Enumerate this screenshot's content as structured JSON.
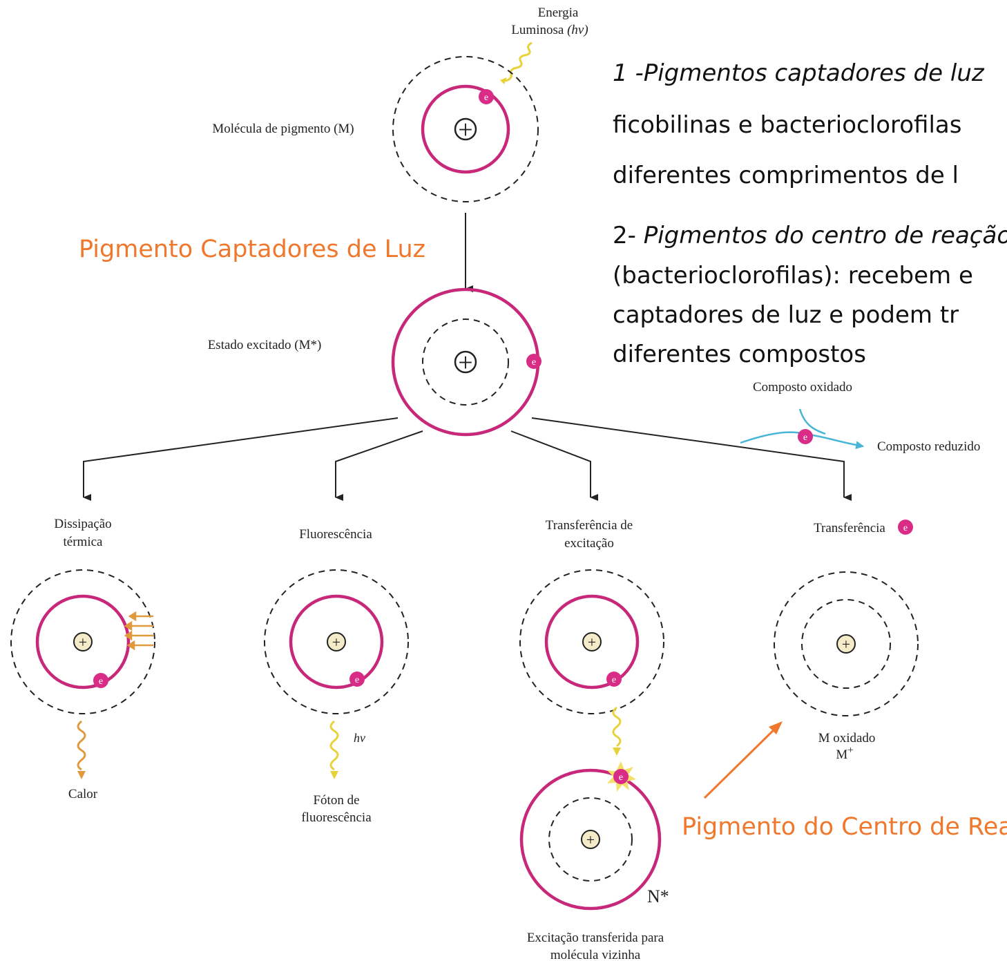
{
  "labels": {
    "light_energy_1": "Energia",
    "light_energy_2": "Luminosa ",
    "light_energy_hv": "(hv)",
    "pigment_molecule": "Molécula de pigmento (M)",
    "excited_state": "Estado excitado (M*)",
    "thermal_1": "Dissipação",
    "thermal_2": "térmica",
    "fluorescence": "Fluorescência",
    "transfer_exc_1": "Transferência de",
    "transfer_exc_2": "excitação",
    "electron_transfer": "Transferência",
    "oxidized_compound": "Composto oxidado",
    "reduced_compound": "Composto reduzido",
    "heat": "Calor",
    "photon_1": "Fóton de",
    "photon_2": "fluorescência",
    "hv": "hν",
    "neighbor_1": "Excitação transferida para",
    "neighbor_2": "molécula vizinha",
    "n_star": "N*",
    "m_oxidized_1": "M oxidado",
    "m_oxidized_2": "M",
    "m_oxidized_sup": "+",
    "electron": "e",
    "plus": "+"
  },
  "annotations": {
    "harvesting": "Pigmento Captadores de Luz",
    "reaction_center": "Pigmento do Centro de Reação"
  },
  "notes": {
    "n1_lead": "1 -Pigmentos captadores de luz",
    "n1_l2": "ficobilinas e bacterioclorofilas",
    "n1_l3": "diferentes comprimentos de l",
    "n2_num": "2-",
    "n2_lead": " Pigmentos do centro de reação",
    "n2_l2": "(bacterioclorofilas): recebem e",
    "n2_l3": "captadores de luz e podem tr",
    "n2_l4": "diferentes compostos"
  },
  "colors": {
    "orbit": "#c8287a",
    "electron": "#d92c86",
    "photon": "#e8d23a",
    "heat": "#e09a3c",
    "annotation": "#f0782d",
    "redox_arrow": "#4ab6d6"
  }
}
